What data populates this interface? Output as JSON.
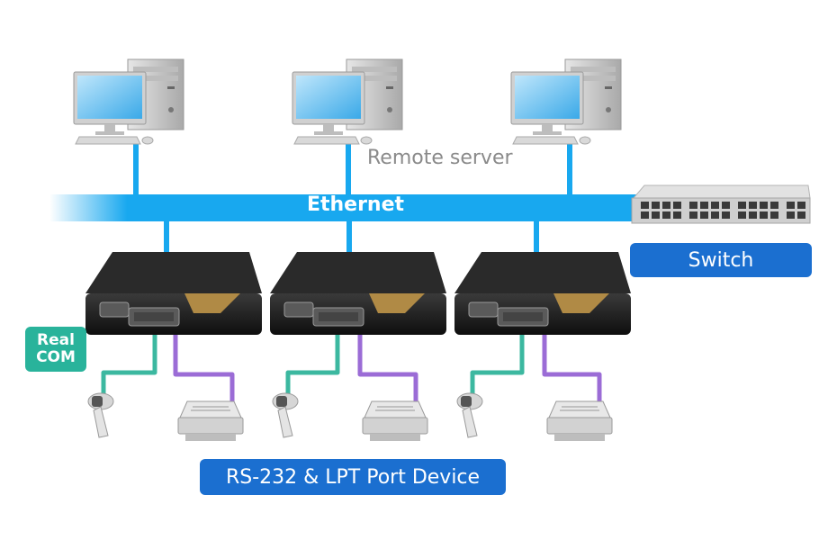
{
  "labels": {
    "remote_server": "Remote server",
    "ethernet": "Ethernet",
    "switch": "Switch",
    "realcom_line1": "Real",
    "realcom_line2": "COM",
    "port_device": "RS-232 & LPT Port Device"
  },
  "colors": {
    "ethernet_bus": "#18a8ef",
    "label_bg": "#1b6fd0",
    "realcom_bg": "#29b39b",
    "serial_cable": "#3cb8a0",
    "parallel_cable": "#9b6cd6",
    "device_body": "#1a1a1a",
    "device_accent": "#b08a45"
  },
  "icons": [
    "computer-icon",
    "switch-icon",
    "device-server-icon",
    "barcode-scanner-icon",
    "printer-icon"
  ]
}
